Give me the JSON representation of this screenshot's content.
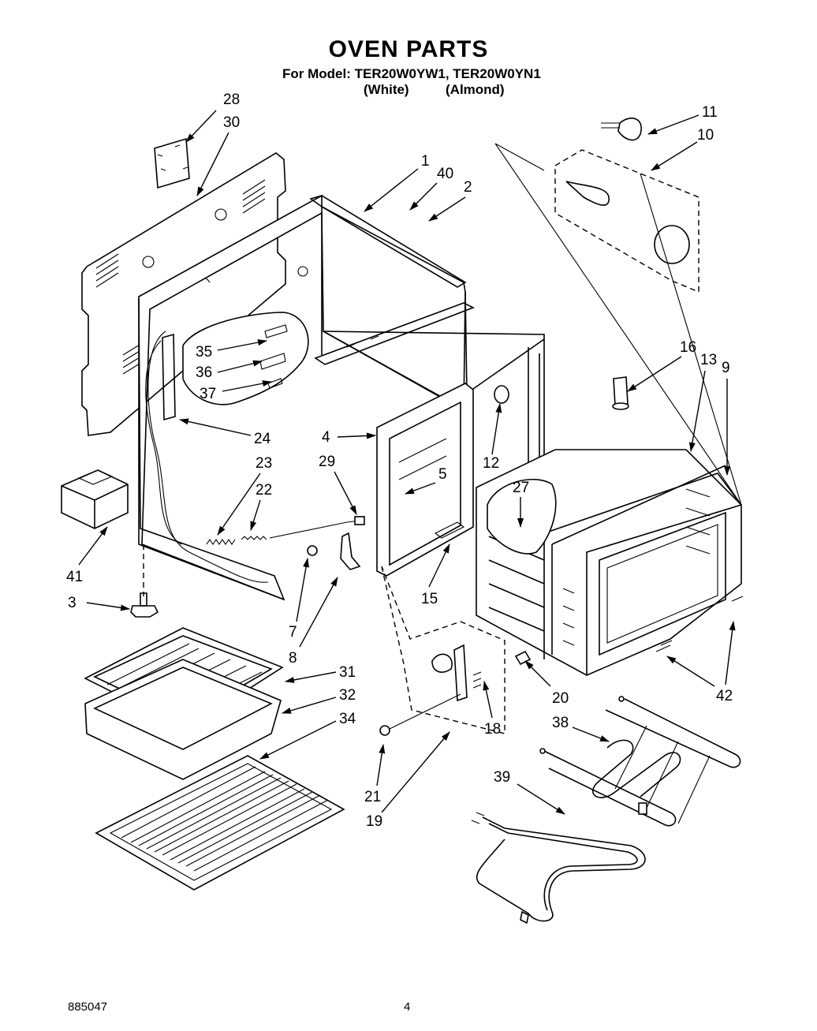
{
  "header": {
    "title": "OVEN PARTS",
    "model_line": "For Model: TER20W0YW1, TER20W0YN1",
    "variant_white": "(White)",
    "variant_almond": "(Almond)"
  },
  "footer": {
    "doc_number": "885047",
    "page_number": "4"
  },
  "callouts": [
    "28",
    "30",
    "1",
    "40",
    "2",
    "11",
    "10",
    "35",
    "36",
    "37",
    "24",
    "16",
    "13",
    "9",
    "4",
    "29",
    "23",
    "22",
    "5",
    "27",
    "12",
    "41",
    "15",
    "3",
    "7",
    "8",
    "31",
    "32",
    "34",
    "20",
    "42",
    "18",
    "38",
    "21",
    "19",
    "39"
  ]
}
